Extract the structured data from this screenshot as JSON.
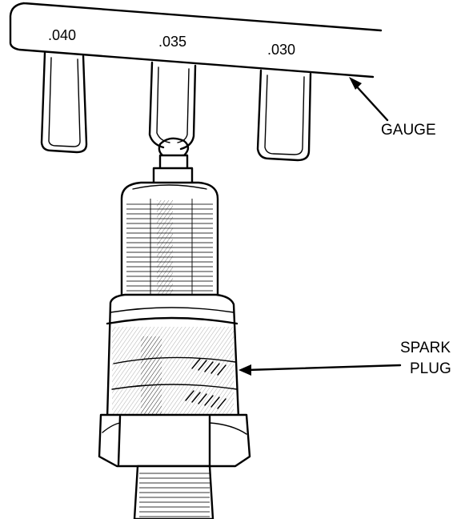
{
  "gauge": {
    "label": "GAUGE",
    "blades": [
      ".040",
      ".035",
      ".030"
    ]
  },
  "spark_plug": {
    "label_line1": "SPARK",
    "label_line2": "PLUG"
  }
}
